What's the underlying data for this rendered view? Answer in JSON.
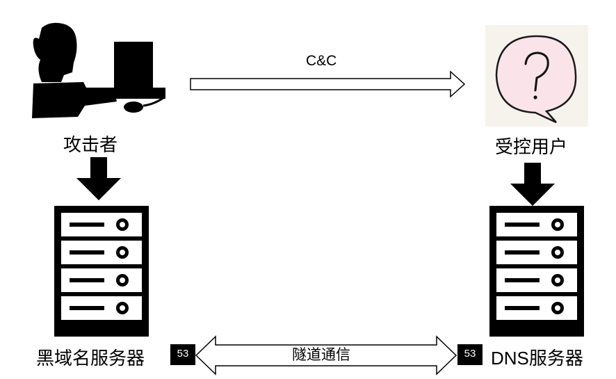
{
  "nodes": {
    "attacker": {
      "label": "攻击者",
      "icon": "hacker-at-computer-icon"
    },
    "victim": {
      "label": "受控用户",
      "icon": "question-speech-bubble-icon"
    },
    "black_domain_server": {
      "label": "黑域名服务器",
      "icon": "server-rack-icon"
    },
    "dns_server": {
      "label": "DNS服务器",
      "icon": "server-rack-icon"
    }
  },
  "edges": {
    "cc": {
      "label": "C&C"
    },
    "tunnel": {
      "label": "隧道通信",
      "port_left": "53",
      "port_right": "53"
    }
  }
}
